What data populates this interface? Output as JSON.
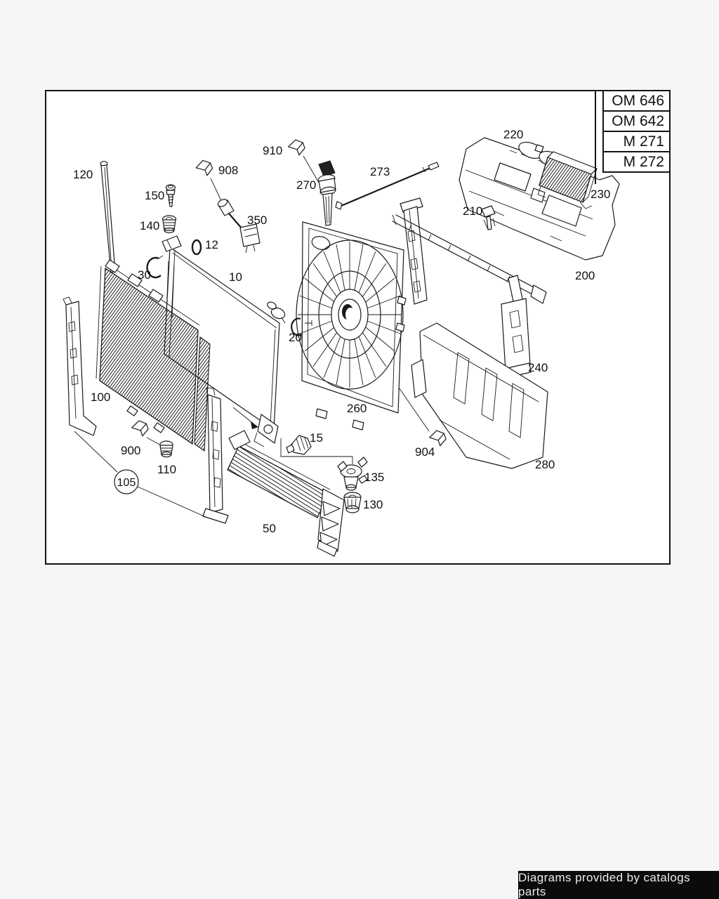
{
  "window": {
    "background": "#f6f6f6"
  },
  "diagram": {
    "background": "#ffffff",
    "frame_color": "#141414",
    "line_color": "#1a1a1a",
    "engine_table": {
      "rows": [
        {
          "label": "OM 646"
        },
        {
          "label": "OM 642"
        },
        {
          "label": "M 271"
        },
        {
          "label": "M 272"
        }
      ]
    },
    "callout": {
      "text": "105"
    },
    "labels": [
      {
        "id": "120",
        "text": "120"
      },
      {
        "id": "150",
        "text": "150"
      },
      {
        "id": "140",
        "text": "140"
      },
      {
        "id": "908",
        "text": "908"
      },
      {
        "id": "910",
        "text": "910"
      },
      {
        "id": "270",
        "text": "270"
      },
      {
        "id": "273",
        "text": "273"
      },
      {
        "id": "220",
        "text": "220"
      },
      {
        "id": "230",
        "text": "230"
      },
      {
        "id": "210",
        "text": "210"
      },
      {
        "id": "200",
        "text": "200"
      },
      {
        "id": "350",
        "text": "350"
      },
      {
        "id": "12",
        "text": "12"
      },
      {
        "id": "30",
        "text": "30"
      },
      {
        "id": "10",
        "text": "10"
      },
      {
        "id": "20",
        "text": "20"
      },
      {
        "id": "100",
        "text": "100"
      },
      {
        "id": "900",
        "text": "900"
      },
      {
        "id": "110",
        "text": "110"
      },
      {
        "id": "260",
        "text": "260"
      },
      {
        "id": "904",
        "text": "904"
      },
      {
        "id": "240",
        "text": "240"
      },
      {
        "id": "280",
        "text": "280"
      },
      {
        "id": "15",
        "text": "15"
      },
      {
        "id": "135",
        "text": "135"
      },
      {
        "id": "130",
        "text": "130"
      },
      {
        "id": "50",
        "text": "50"
      }
    ]
  },
  "footer": {
    "text": "Diagrams provided by catalogs parts",
    "background": "#0b0b0b",
    "color": "#ededed"
  }
}
